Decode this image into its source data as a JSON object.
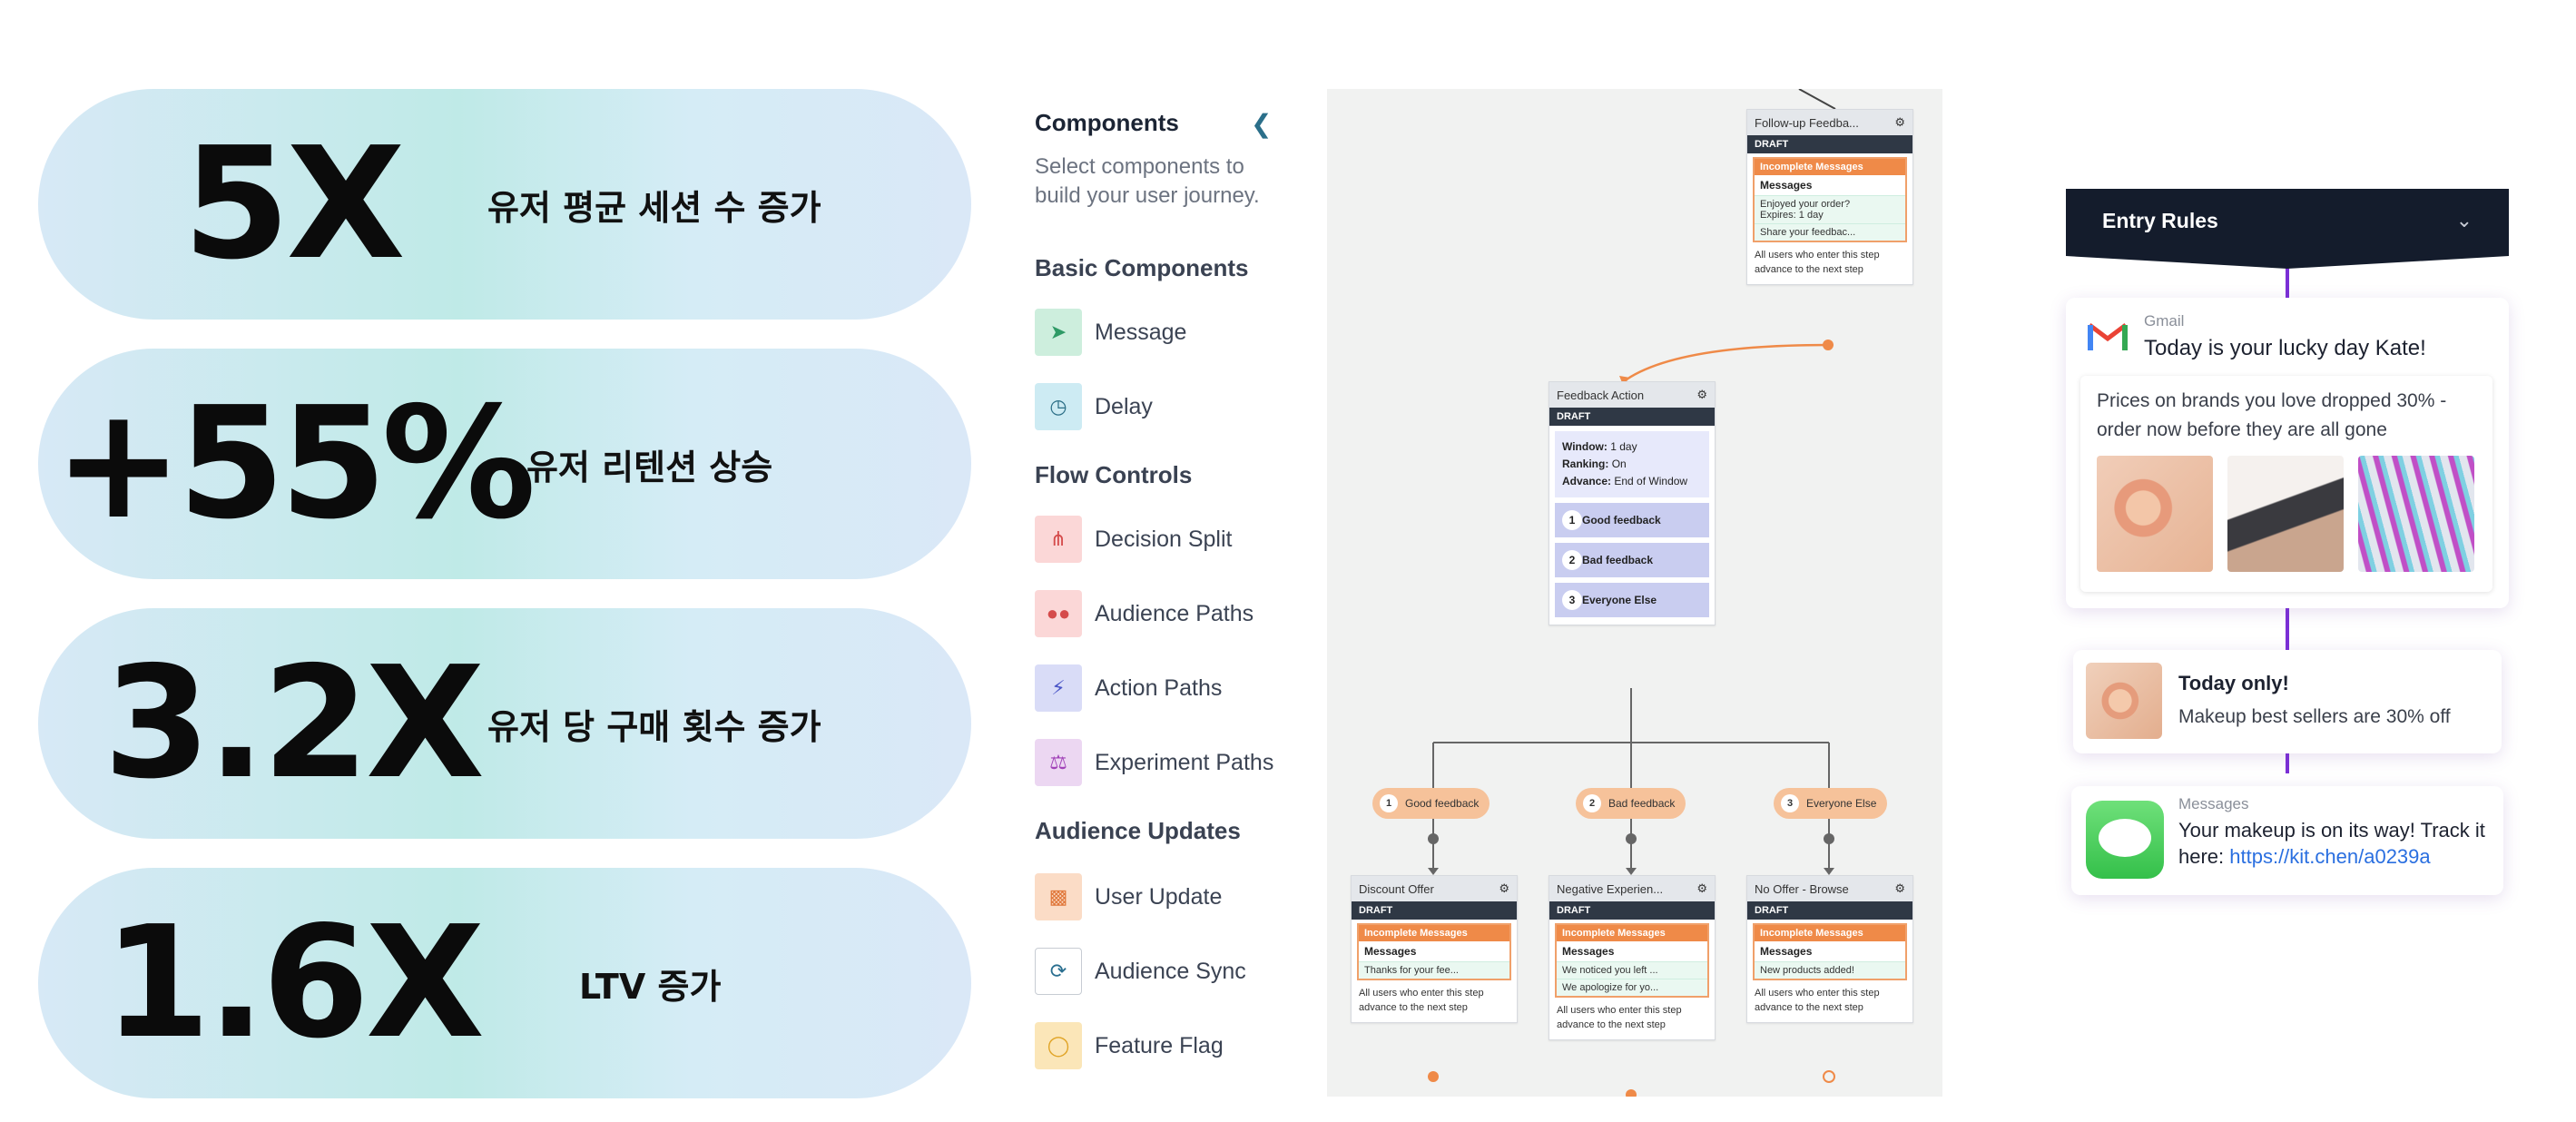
{
  "stats": [
    {
      "value": "5X",
      "label": "유저 평균 세션 수 증가"
    },
    {
      "value": "+55%",
      "label": "유저 리텐션 상승"
    },
    {
      "value": "3.2X",
      "label": "유저 당 구매 횟수 증가"
    },
    {
      "value": "1.6X",
      "label": "LTV 증가"
    }
  ],
  "components": {
    "title": "Components",
    "subtitle": "Select components to build your user journey.",
    "sections": {
      "basic": "Basic Components",
      "flow": "Flow Controls",
      "audience": "Audience Updates"
    },
    "items": [
      "Message",
      "Delay",
      "Decision Split",
      "Audience Paths",
      "Action Paths",
      "Experiment Paths",
      "User Update",
      "Audience Sync",
      "Feature Flag"
    ]
  },
  "journey": {
    "draft": "DRAFT",
    "incomplete": "Incomplete Messages",
    "messages": "Messages",
    "advance": "All users who enter this step advance to the next step",
    "followup": {
      "title": "Follow-up Feedba...",
      "line1": "Enjoyed your order?",
      "line2": "Expires: 1 day",
      "line3": "Share your feedbac..."
    },
    "feedback": {
      "title": "Feedback Action",
      "window_label": "Window:",
      "window": "1 day",
      "ranking_label": "Ranking:",
      "ranking": "On",
      "advance_label": "Advance:",
      "advance": "End of Window",
      "paths": [
        {
          "num": "1",
          "label": "Good feedback"
        },
        {
          "num": "2",
          "label": "Bad feedback"
        },
        {
          "num": "3",
          "label": "Everyone Else"
        }
      ]
    },
    "chips": [
      "Good feedback",
      "Bad feedback",
      "Everyone Else"
    ],
    "discount": {
      "title": "Discount Offer",
      "line": "Thanks for your fee..."
    },
    "negative": {
      "title": "Negative Experien...",
      "line1": "We noticed you left ...",
      "line2": "We apologize for yo..."
    },
    "nooffer": {
      "title": "No Offer - Browse",
      "line": "New products added!"
    }
  },
  "entry": {
    "title": "Entry Rules"
  },
  "gmail": {
    "app": "Gmail",
    "subject": "Today is your lucky day Kate!",
    "body": "Prices on brands you love dropped 30% - order now before they are all gone"
  },
  "push": {
    "title": "Today only!",
    "body": "Makeup best sellers are 30% off"
  },
  "sms": {
    "app": "Messages",
    "body": "Your makeup is on its way! Track it here: ",
    "link": "https://kit.chen/a0239a"
  },
  "colors": {
    "accent_purple": "#7b2fd6",
    "accent_orange": "#ef8a48",
    "navy": "#141c2c"
  }
}
